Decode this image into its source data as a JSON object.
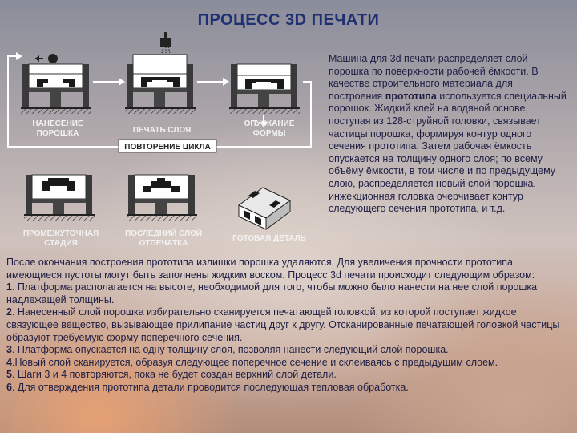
{
  "title": "ПРОЦЕСС 3D ПЕЧАТИ",
  "diagram": {
    "labels": {
      "powder_line1": "НАНЕСЕНИЕ",
      "powder_line2": "ПОРОШКА",
      "print_layer": "ПЕЧАТЬ СЛОЯ",
      "lower_line1": "ОПУСКАНИЕ",
      "lower_line2": "ФОРМЫ",
      "cycle": "ПОВТОРЕНИЕ ЦИКЛА",
      "interm_line1": "ПРОМЕЖУТОЧНАЯ",
      "interm_line2": "СТАДИЯ",
      "last_line1": "ПОСЛЕДНИЙ СЛОЙ",
      "last_line2": "ОТПЕЧАТКА",
      "finished": "ГОТОВАЯ ДЕТАЛЬ"
    }
  },
  "description": {
    "part1": "Машина для 3d печати распределяет слой порошка по поверхности рабочей ёмкости. В качестве строительного материала для построения ",
    "bold": "прототипа",
    "part2": " используется специальный порошок. Жидкий клей на водяной основе, поступая из 128-струйной головки, связывает частицы порошка, формируя контур одного сечения прототипа. Затем рабочая ёмкость опускается на толщину одного слоя; по всему объёму ёмкости, в том числе и по предыдущему слою, распределяется новый слой порошка, инжекционная головка очерчивает контур следующего сечения прототипа, и т.д."
  },
  "process": {
    "intro": "После окончания построения прототипа излишки порошка удаляются. Для увеличения прочности прототипа имеющиеся пустоты могут быть заполнены жидким воском. Процесс 3d печати происходит следующим образом:",
    "steps": [
      {
        "num": "1",
        "sep": ". ",
        "text": "Платформа располагается на высоте, необходимой для того, чтобы можно было нанести на нее слой порошка надлежащей толщины."
      },
      {
        "num": "2",
        "sep": ". ",
        "text": "Нанесенный слой порошка избирательно сканируется печатающей головкой, из которой поступает жидкое связующее вещество, вызывающее прилипание частиц друг к другу. Отсканированные печатающей головкой частицы образуют требуемую форму поперечного сечения."
      },
      {
        "num": "3",
        "sep": ". ",
        "text": "Платформа опускается на одну толщину слоя, позволяя нанести следующий слой порошка."
      },
      {
        "num": "4",
        "sep": ".",
        "text": "Новый слой сканируется, образуя следующее поперечное сечение и склеиваясь с предыдущим слоем."
      },
      {
        "num": "5",
        "sep": ". ",
        "text": "Шаги 3 и 4 повторяются, пока не будет создан верхний слой детали."
      },
      {
        "num": "6",
        "sep": ". ",
        "text": "Для отверждения прототипа детали проводится последующая тепловая обработка."
      }
    ]
  }
}
